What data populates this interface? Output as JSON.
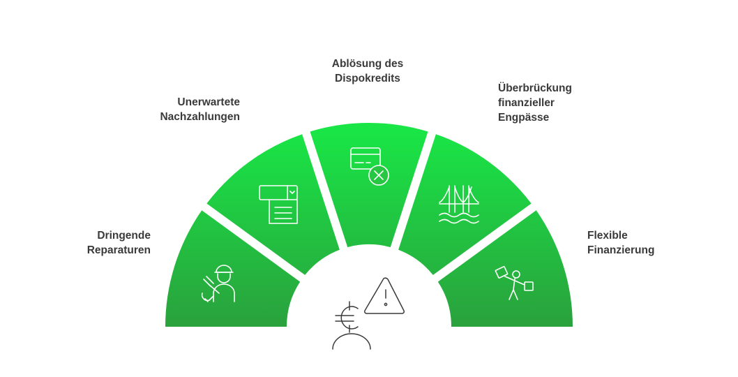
{
  "colors": {
    "segment_top": "#19e646",
    "segment_bottom": "#2aa13d",
    "text": "#3a3a3a",
    "icon": "#ffffff"
  },
  "segments": [
    {
      "label_line1": "Dringende",
      "label_line2": "Reparaturen",
      "label_line3": "",
      "icon": "worker-with-wrench-icon"
    },
    {
      "label_line1": "Unerwartete",
      "label_line2": "Nachzahlungen",
      "label_line3": "",
      "icon": "invoice-document-icon"
    },
    {
      "label_line1": "Ablösung des",
      "label_line2": "Dispokredits",
      "label_line3": "",
      "icon": "card-cancel-icon"
    },
    {
      "label_line1": "Überbrückung",
      "label_line2": "finanzieller",
      "label_line3": "Engpässe",
      "icon": "bridge-over-water-icon"
    },
    {
      "label_line1": "Flexible",
      "label_line2": "Finanzierung",
      "label_line3": "",
      "icon": "juggling-person-icon"
    }
  ],
  "center": {
    "icons": [
      "warning-triangle-icon",
      "euro-person-icon"
    ]
  }
}
